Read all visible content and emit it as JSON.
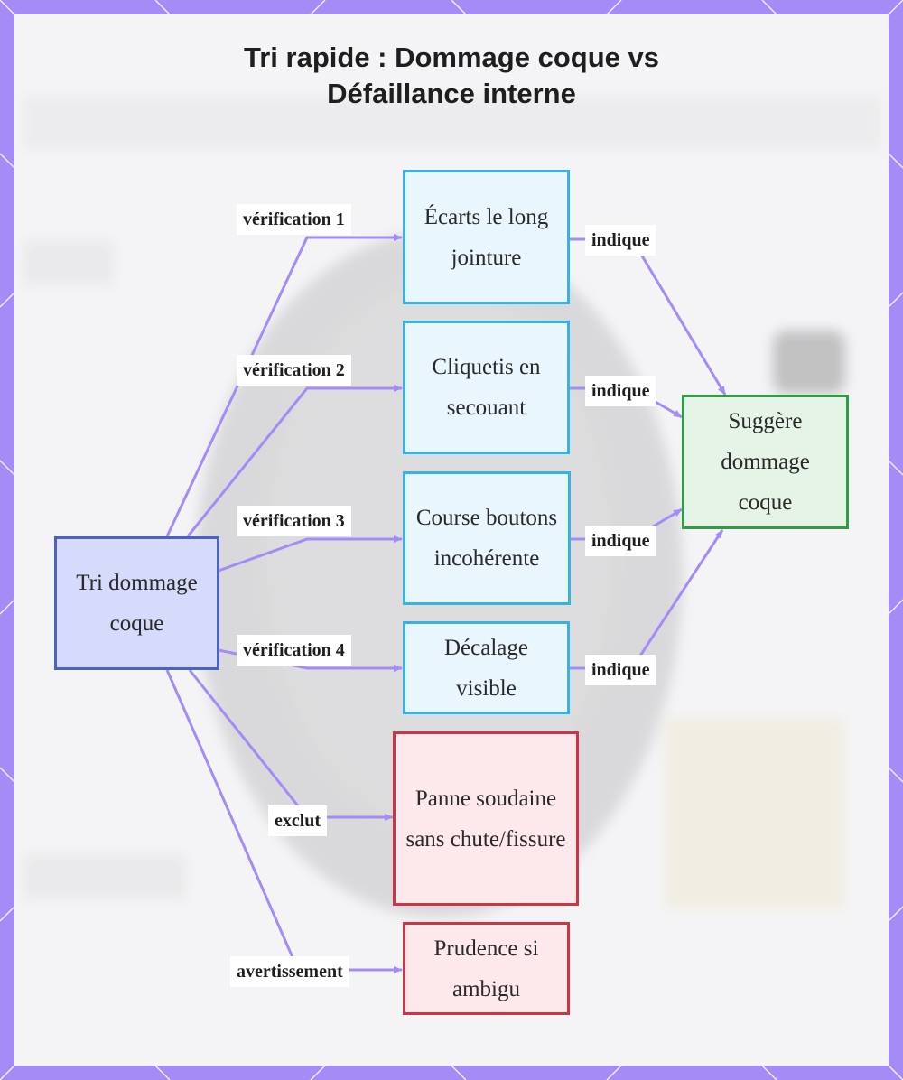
{
  "title": {
    "line1": "Tri rapide : Dommage coque vs",
    "line2": "Défaillance interne"
  },
  "colors": {
    "frame": "#a48bf5",
    "edge": "#a48bf5",
    "check_fill": "#eaf6fd",
    "check_border": "#38b2df",
    "root_fill": "#d6dafb",
    "root_border": "#4d61c2",
    "result_fill": "#e6f4e8",
    "result_border": "#2e9e43",
    "warn_fill": "#fde8eb",
    "warn_border": "#cd3546"
  },
  "nodes": {
    "root": "Tri dommage coque",
    "gaps": "Écarts le long jointure",
    "rattle": "Cliquetis en secouant",
    "buttons": "Course boutons incohérente",
    "offset": "Décalage visible",
    "result": "Suggère dommage coque",
    "failure": "Panne soudaine sans chute/fissure",
    "caution": "Prudence si ambigu"
  },
  "edges": {
    "check1": "vérification 1",
    "check2": "vérification 2",
    "check3": "vérification 3",
    "check4": "vérification 4",
    "indicates1": "indique",
    "indicates2": "indique",
    "indicates3": "indique",
    "indicates4": "indique",
    "excludes": "exclut",
    "warning": "avertissement"
  }
}
